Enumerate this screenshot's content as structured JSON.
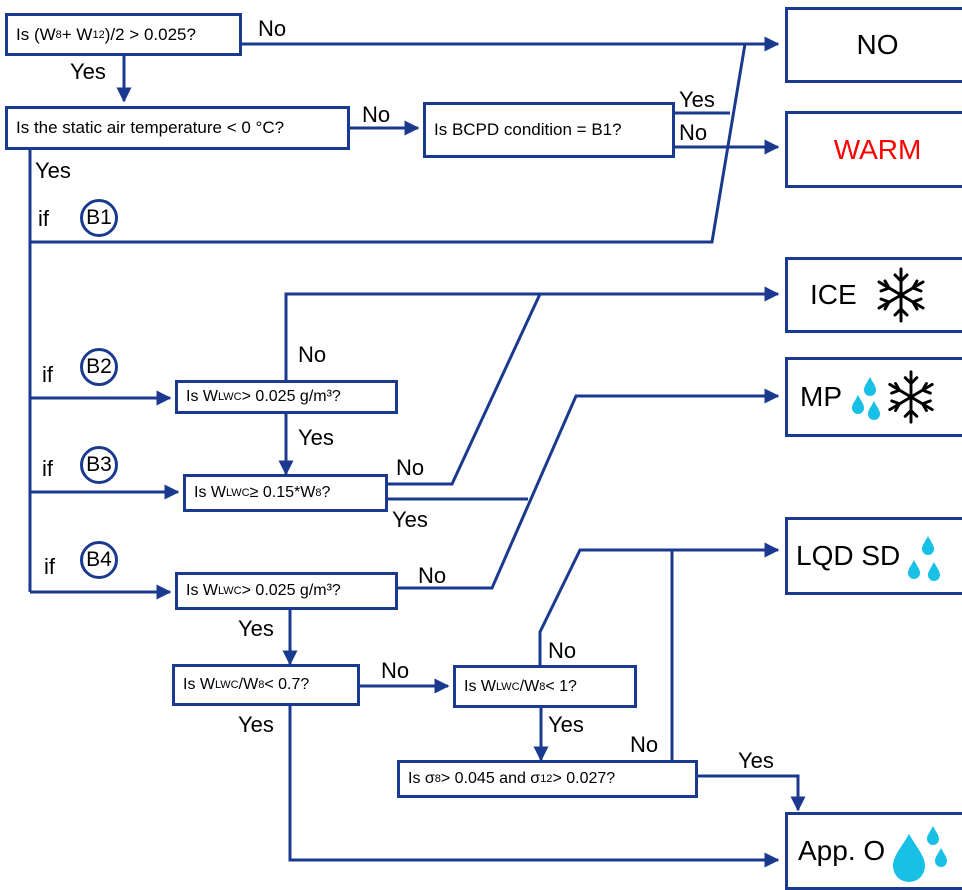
{
  "colors": {
    "line": "#1a3a8f",
    "warm": "#ff0000",
    "drop": "#18c0e6"
  },
  "decisions": {
    "q1": {
      "pre": "Is (W",
      "s1": "8",
      "mid": " + W",
      "s2": "12",
      "post": ")/2 > 0.025?"
    },
    "q2": "Is the static air temperature < 0 °C?",
    "q3": "Is BCPD condition = B1?",
    "q4": {
      "pre": "Is W",
      "sub": "LWC",
      "post": " > 0.025 g/m³?"
    },
    "q5": {
      "pre": "Is W",
      "sub": "LWC",
      "mid": " ≥ 0.15*W",
      "sub2": "8",
      "post": "?"
    },
    "q6": {
      "pre": "Is W",
      "sub": "LWC",
      "post": " > 0.025 g/m³?"
    },
    "q7": {
      "pre": "Is W",
      "sub": "LWC",
      "mid": "/W",
      "sub2": "8",
      "post": " < 0.7?"
    },
    "q8": {
      "pre": "Is W",
      "sub": "LWC",
      "mid": "/W",
      "sub2": "8",
      "post": " < 1?"
    },
    "q9": {
      "pre": "Is σ",
      "sub": "8",
      "mid": " > 0.045 and σ",
      "sub2": "12",
      "post": " > 0.027?"
    }
  },
  "outcomes": {
    "no": "NO",
    "warm": "WARM",
    "ice": "ICE",
    "mp": "MP",
    "lqd": "LQD SD",
    "app": "App. O"
  },
  "conditions": {
    "b1": "B1",
    "b2": "B2",
    "b3": "B3",
    "b4": "B4",
    "if": "if"
  },
  "edge_labels": {
    "yes": "Yes",
    "no": "No"
  },
  "icons": {
    "ice": "snowflake-icon",
    "mp": [
      "droplet-icon",
      "snowflake-icon"
    ],
    "lqd": "droplet-icon",
    "app": "droplet-icon"
  }
}
